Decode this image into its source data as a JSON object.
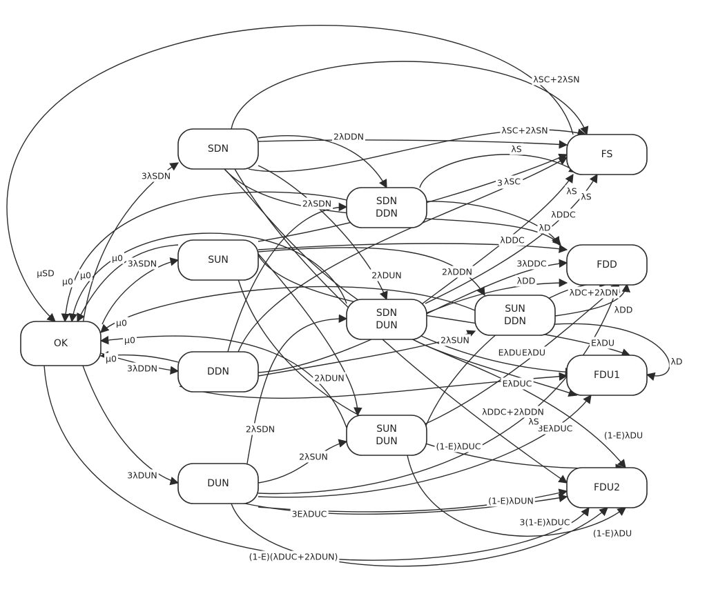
{
  "nodes": {
    "OK": [
      "OK"
    ],
    "SDN": [
      "SDN"
    ],
    "SUN": [
      "SUN"
    ],
    "DDN": [
      "DDN"
    ],
    "DUN": [
      "DUN"
    ],
    "SDN_DDN": [
      "SDN",
      "DDN"
    ],
    "SDN_DUN": [
      "SDN",
      "DUN"
    ],
    "SUN_DDN": [
      "SUN",
      "DDN"
    ],
    "SUN_DUN": [
      "SUN",
      "DUN"
    ],
    "FS": [
      "FS"
    ],
    "FDD": [
      "FDD"
    ],
    "FDU1": [
      "FDU1"
    ],
    "FDU2": [
      "FDU2"
    ]
  },
  "edges": [
    {
      "from": "OK",
      "to": "SDN",
      "label": "3λSDN"
    },
    {
      "from": "OK",
      "to": "SUN",
      "label": "3λSDN"
    },
    {
      "from": "OK",
      "to": "DDN",
      "label": "3λDDN"
    },
    {
      "from": "OK",
      "to": "DUN",
      "label": "3λDUN"
    },
    {
      "from": "FS",
      "to": "OK",
      "label": "μSD"
    },
    {
      "from": "SDN_DDN",
      "to": "OK",
      "label": "μ0"
    },
    {
      "from": "SDN_DUN",
      "to": "OK",
      "label": "μ0"
    },
    {
      "from": "SUN",
      "to": "OK",
      "label": "μ0"
    },
    {
      "from": "SUN_DDN",
      "to": "OK",
      "label": "μ0"
    },
    {
      "from": "SUN_DUN",
      "to": "OK",
      "label": "μ0"
    },
    {
      "from": "DDN",
      "to": "OK",
      "label": "μ0"
    },
    {
      "from": "SDN",
      "to": "SDN_DDN",
      "label": "2λDDN"
    },
    {
      "from": "SDN",
      "to": "FS",
      "label": "λSC+2λSN"
    },
    {
      "from": "SDN",
      "to": "FS",
      "label": "λSC+2λSN"
    },
    {
      "from": "SDN",
      "to": "FS",
      "label": "λS"
    },
    {
      "from": "SDN",
      "to": "FDD",
      "label": "λDDC"
    },
    {
      "from": "SDN",
      "to": "SDN_DUN",
      "label": "2λDUN"
    },
    {
      "from": "SDN",
      "to": "FDU1",
      "label": "EλDUC"
    },
    {
      "from": "SDN",
      "to": "FDU2",
      "label": "(1-E)λDUC"
    },
    {
      "from": "SUN",
      "to": "FS",
      "label": "3λSC"
    },
    {
      "from": "SUN",
      "to": "FDD",
      "label": "λDDC"
    },
    {
      "from": "SUN",
      "to": "SUN_DDN",
      "label": "2λDDN"
    },
    {
      "from": "SUN",
      "to": "SUN_DUN",
      "label": "2λDUN"
    },
    {
      "from": "SUN",
      "to": "FDU1",
      "label": "EλDU"
    },
    {
      "from": "SUN",
      "to": "FDU2",
      "label": "(1-E)λDU"
    },
    {
      "from": "DDN",
      "to": "SDN_DDN",
      "label": "2λSDN"
    },
    {
      "from": "DDN",
      "to": "FS",
      "label": "λSC"
    },
    {
      "from": "DDN",
      "to": "FDD",
      "label": "3λDDC"
    },
    {
      "from": "DDN",
      "to": "SUN_DDN",
      "label": "2λSUN"
    },
    {
      "from": "DDN",
      "to": "FDU1",
      "label": "EλDUC"
    },
    {
      "from": "DUN",
      "to": "SDN_DUN",
      "label": "2λSDN"
    },
    {
      "from": "DUN",
      "to": "SUN_DUN",
      "label": "2λSUN"
    },
    {
      "from": "DUN",
      "to": "FDD",
      "label": "λDDC+2λDDN"
    },
    {
      "from": "DUN",
      "to": "FDU1",
      "label": "3EλDUC"
    },
    {
      "from": "DUN",
      "to": "FDU2",
      "label": "(1-E)λDUN"
    },
    {
      "from": "DUN",
      "to": "FDU2",
      "label": "3EλDUC"
    },
    {
      "from": "DUN",
      "to": "FDU2",
      "label": "(1-E)(λDUC+2λDUN)"
    },
    {
      "from": "SDN_DDN",
      "to": "FS",
      "label": "λS"
    },
    {
      "from": "SDN_DDN",
      "to": "FDD",
      "label": "λD"
    },
    {
      "from": "SDN_DUN",
      "to": "FS",
      "label": "λSC"
    },
    {
      "from": "SDN_DUN",
      "to": "FDD",
      "label": "λDD"
    },
    {
      "from": "SDN_DUN",
      "to": "FDU1",
      "label": "EλDU"
    },
    {
      "from": "SDN_DUN",
      "to": "FDU2",
      "label": "(1-E)λDU"
    },
    {
      "from": "SUN_DDN",
      "to": "FS",
      "label": "λS"
    },
    {
      "from": "SUN_DDN",
      "to": "FDD",
      "label": "λDC+2λDN"
    },
    {
      "from": "SUN_DDN",
      "to": "FDU1",
      "label": "λD"
    },
    {
      "from": "SUN_DUN",
      "to": "FS",
      "label": "λS"
    },
    {
      "from": "SUN_DUN",
      "to": "FDD",
      "label": "λDD"
    },
    {
      "from": "SUN_DUN",
      "to": "FDU2",
      "label": "(1-E)λDU"
    },
    {
      "from": "OK",
      "to": "FDU2",
      "label": "3(1-E)λDUC"
    }
  ]
}
